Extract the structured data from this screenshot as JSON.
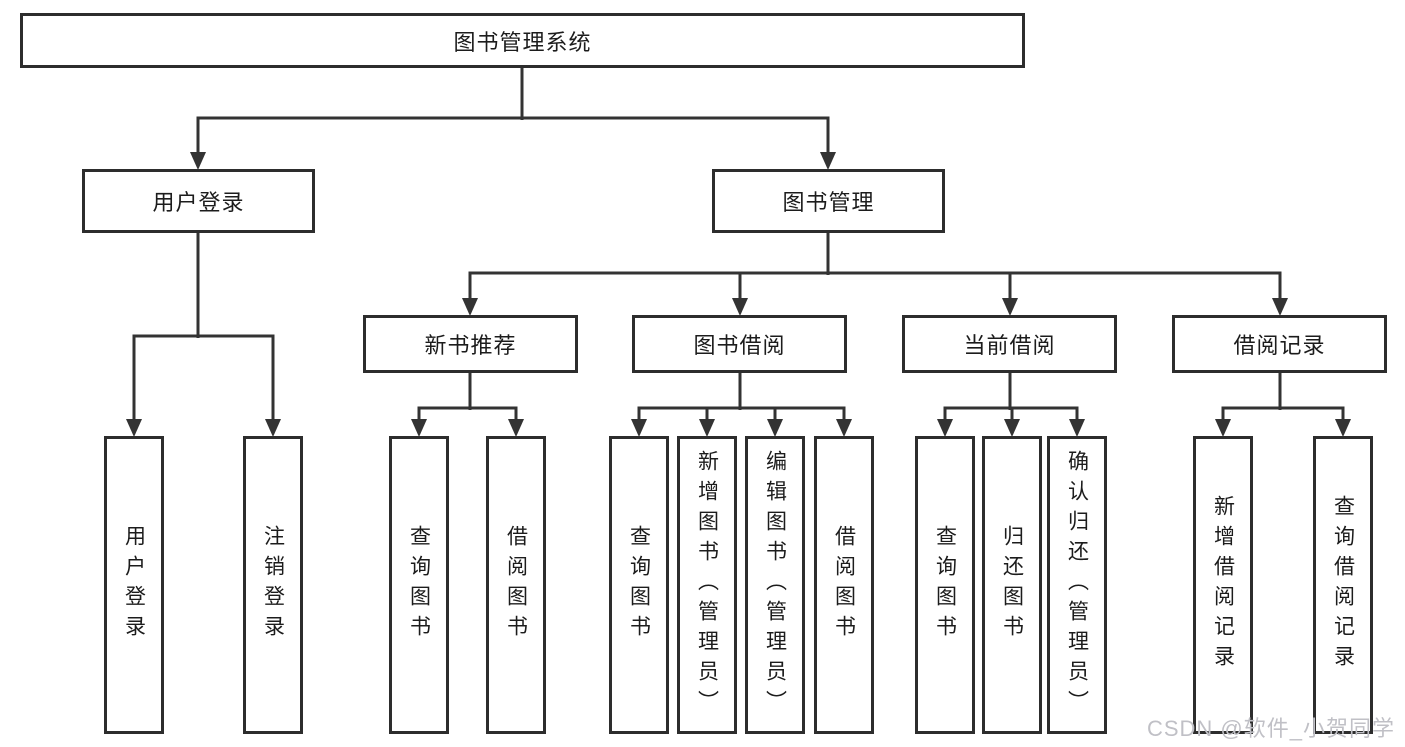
{
  "tree": {
    "label": "图书管理系统",
    "children": [
      {
        "label": "用户登录",
        "children": [
          {
            "label": "用户登录"
          },
          {
            "label": "注销登录"
          }
        ]
      },
      {
        "label": "图书管理",
        "children": [
          {
            "label": "新书推荐",
            "children": [
              {
                "label": "查询图书"
              },
              {
                "label": "借阅图书"
              }
            ]
          },
          {
            "label": "图书借阅",
            "children": [
              {
                "label": "查询图书"
              },
              {
                "label": "新增图书（管理员）"
              },
              {
                "label": "编辑图书（管理员）"
              },
              {
                "label": "借阅图书"
              }
            ]
          },
          {
            "label": "当前借阅",
            "children": [
              {
                "label": "查询图书"
              },
              {
                "label": "归还图书"
              },
              {
                "label": "确认归还（管理员）"
              }
            ]
          },
          {
            "label": "借阅记录",
            "children": [
              {
                "label": "新增借阅记录"
              },
              {
                "label": "查询借阅记录"
              }
            ]
          }
        ]
      }
    ]
  },
  "watermark": {
    "text": "CSDN @软件_小贺同学"
  },
  "colors": {
    "line": "#333333",
    "box_border": "#2d2d2d",
    "text": "#1c1c1c",
    "watermark": "#c0c0c6",
    "background": "#ffffff"
  }
}
